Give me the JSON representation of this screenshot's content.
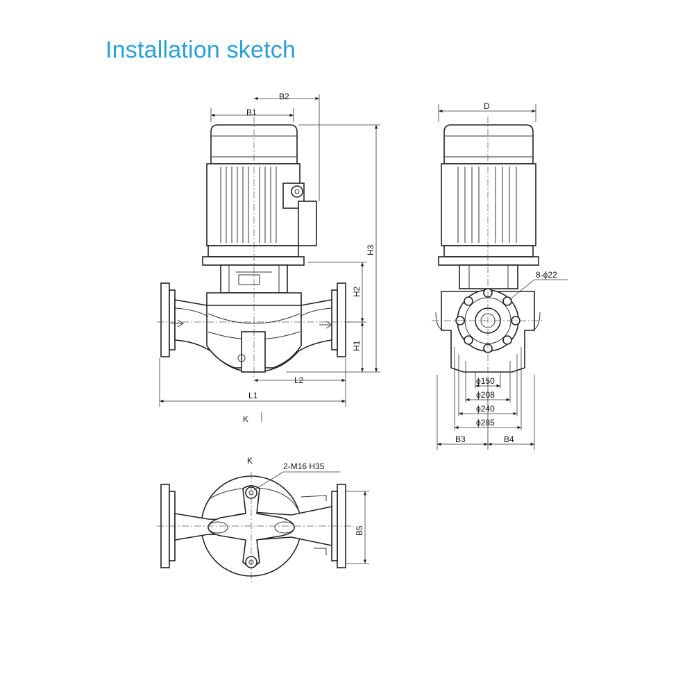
{
  "title": "Installation sketch",
  "labels": {
    "b2": "B2",
    "b1": "B1",
    "h3": "H3",
    "h2": "H2",
    "h1": "H1",
    "l2": "L2",
    "l1": "L1",
    "k_top": "K",
    "d": "D",
    "bolt_holes": "8-ϕ22",
    "phi150": "ϕ150",
    "phi208": "ϕ208",
    "phi240": "ϕ240",
    "phi285": "ϕ285",
    "b3": "B3",
    "b4": "B4",
    "k_bottom": "K",
    "anchor": "2-M16 H35",
    "b5": "B5"
  }
}
